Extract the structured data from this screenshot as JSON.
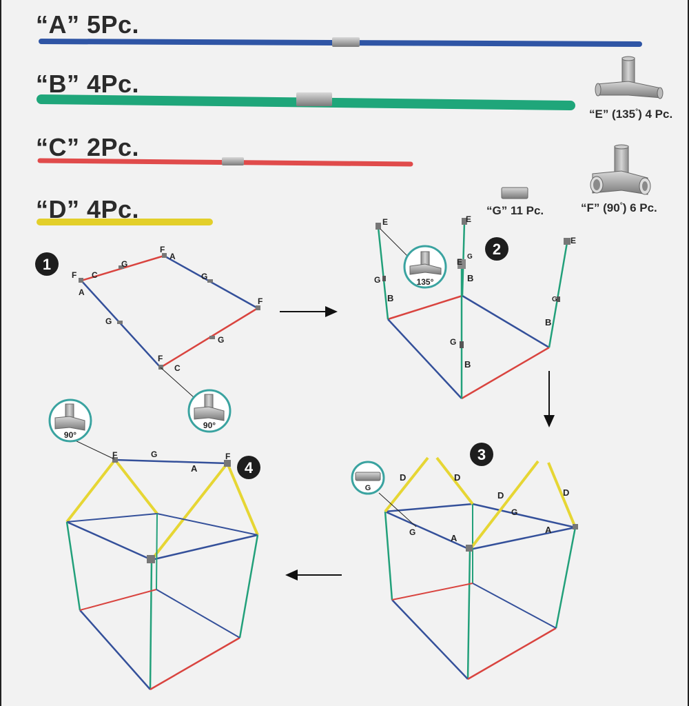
{
  "parts": [
    {
      "label": "“A” 5Pc.",
      "color": "#2f55a5"
    },
    {
      "label": "“B” 4Pc.",
      "color": "#1fa67a"
    },
    {
      "label": "“C” 2Pc.",
      "color": "#e04b4b"
    },
    {
      "label": "“D” 4Pc.",
      "color": "#e3cf2a"
    }
  ],
  "fittings": {
    "e": {
      "prefix": "“E” (135",
      "deg": "°",
      "suffix": ") 4 Pc."
    },
    "f": {
      "prefix": "“F” (90",
      "deg": "°",
      "suffix": ") 6 Pc."
    },
    "g": "“G” 11 Pc."
  },
  "steps": [
    "1",
    "2",
    "3",
    "4"
  ],
  "callouts": {
    "angle135": "135°",
    "angle90": "90°",
    "g": "G"
  },
  "step1": {
    "labels": [
      "F",
      "C",
      "G",
      "F",
      "A",
      "G",
      "F",
      "A",
      "G",
      "G",
      "F",
      "C"
    ]
  },
  "step2": {
    "labels": [
      "E",
      "E",
      "E",
      "E",
      "B",
      "G",
      "B",
      "G",
      "B",
      "G",
      "G",
      "B"
    ]
  },
  "step3": {
    "labels": [
      "D",
      "D",
      "D",
      "D",
      "G",
      "A",
      "G",
      "A"
    ]
  },
  "step4": {
    "labels": [
      "F",
      "G",
      "F",
      "A"
    ]
  },
  "colors": {
    "A": "#34509a",
    "B": "#22a07a",
    "C": "#d9443f",
    "D": "#e6d634",
    "connector": "#7d7d7d",
    "callout_ring": "#3aa3a0",
    "badge": "#1e1e1e",
    "arrow": "#111111"
  }
}
